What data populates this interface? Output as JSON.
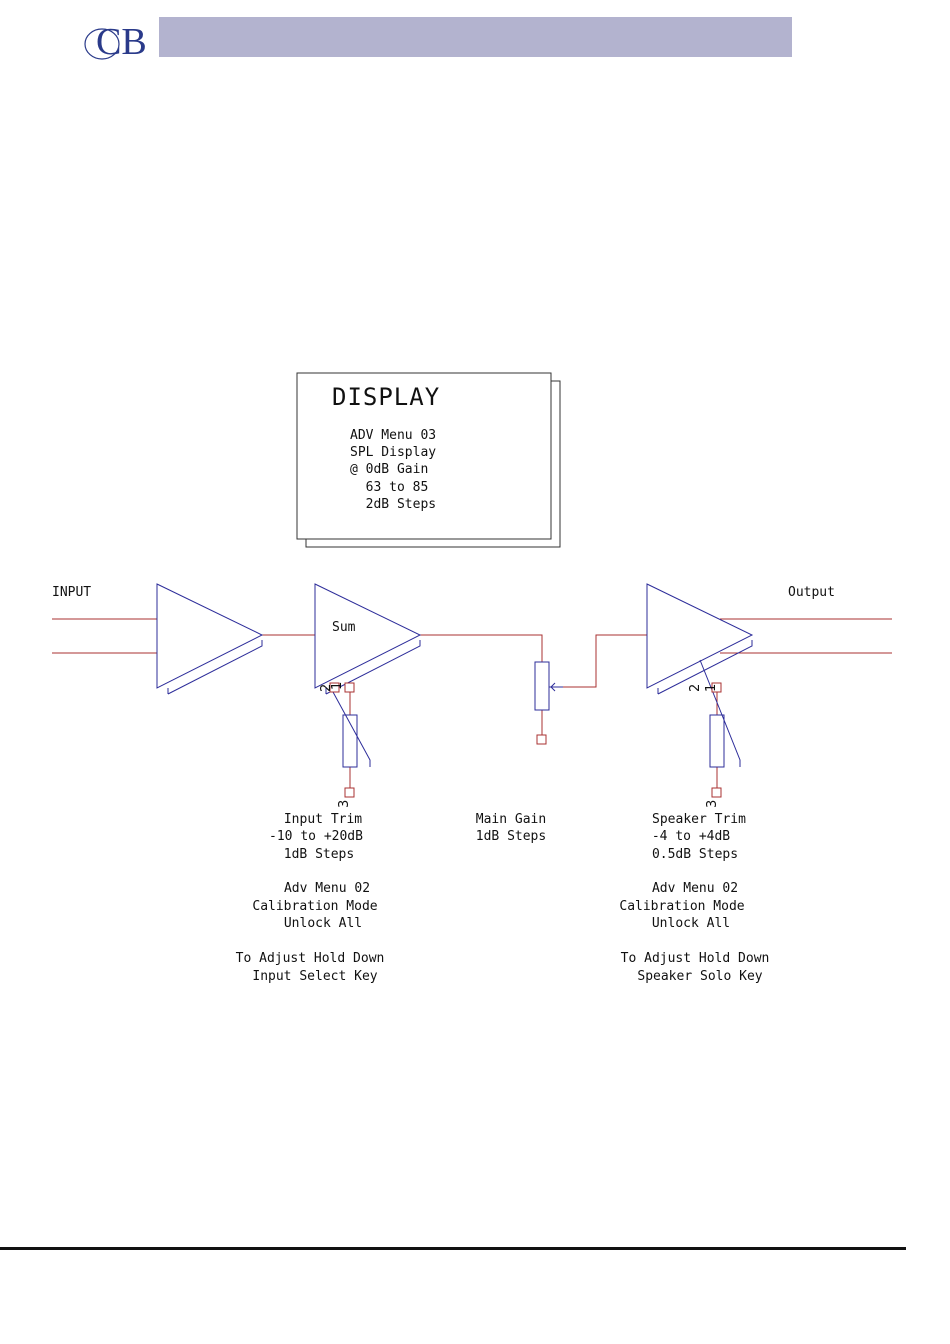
{
  "logo": {
    "text": "CB"
  },
  "display_box": {
    "title": "DISPLAY",
    "lines": [
      "ADV Menu 03",
      "SPL Display",
      "@ 0dB Gain",
      "  63 to 85",
      "  2dB Steps"
    ]
  },
  "signal": {
    "input_label": "INPUT",
    "output_label": "Output",
    "sum_label": "Sum"
  },
  "pins": {
    "left_top_a": "2",
    "left_top_b": "1",
    "left_bottom": "3",
    "right_top_a": "2",
    "right_top_b": "1",
    "right_bottom": "3"
  },
  "input_trim": {
    "lines": [
      "Input Trim",
      "-10 to +20dB",
      "1dB Steps"
    ],
    "menu_lines": [
      "Adv Menu 02",
      "Calibration Mode",
      "Unlock All"
    ],
    "adjust_lines": [
      "To Adjust Hold Down",
      "Input Select Key"
    ]
  },
  "main_gain": {
    "lines": [
      "Main Gain",
      "1dB Steps"
    ]
  },
  "speaker_trim": {
    "lines": [
      "Speaker Trim",
      "-4 to +4dB",
      "0.5dB Steps"
    ],
    "menu_lines": [
      "Adv Menu 02",
      "Calibration Mode",
      "Unlock All"
    ],
    "adjust_lines": [
      "To Adjust Hold Down",
      "Speaker Solo Key"
    ]
  },
  "colors": {
    "wire": "#a83232",
    "component": "#2d2d9a",
    "frame": "#333333",
    "header_bar": "#b3b3cf"
  }
}
